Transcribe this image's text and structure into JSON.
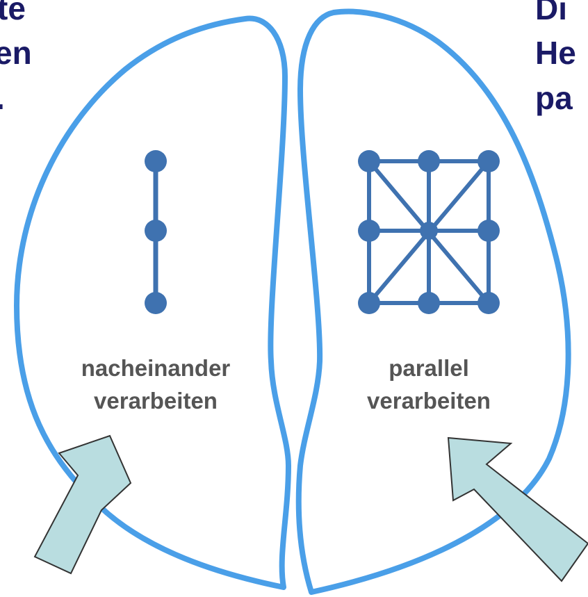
{
  "cropped_text": {
    "left_lines": [
      "te",
      "en",
      "."
    ],
    "right_lines": [
      "Di",
      "He",
      "pa"
    ]
  },
  "left_hemisphere": {
    "label_line1": "nacheinander",
    "label_line2": "verarbeiten",
    "icon": "serial-chain-icon"
  },
  "right_hemisphere": {
    "label_line1": "parallel",
    "label_line2": "verarbeiten",
    "icon": "parallel-grid-icon"
  },
  "colors": {
    "outline": "#4a9fe8",
    "node": "#3f72b0",
    "arrow_fill": "#b9dde0",
    "arrow_stroke": "#333333",
    "heading_text": "#1a1a66",
    "label_text": "#555555"
  }
}
